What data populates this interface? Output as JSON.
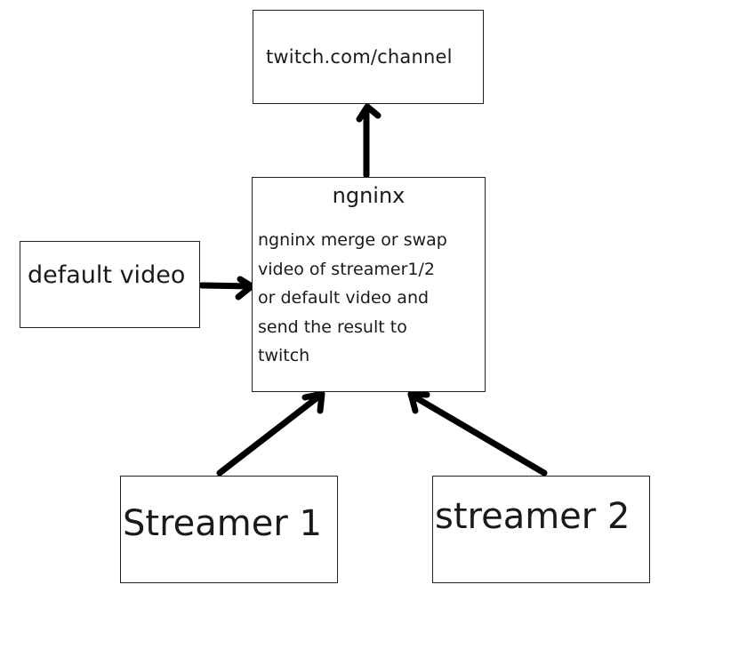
{
  "diagram": {
    "nodes": {
      "twitch": {
        "label": "twitch.com/channel"
      },
      "nginx": {
        "title": "ngninx",
        "description_lines": [
          "ngninx merge or swap",
          "video of streamer1/2",
          "or default video and",
          "send the result to",
          "twitch"
        ]
      },
      "default_video": {
        "label": "default video"
      },
      "streamer1": {
        "label": "Streamer 1"
      },
      "streamer2": {
        "label": "streamer 2"
      }
    },
    "edges": [
      {
        "from": "nginx",
        "to": "twitch"
      },
      {
        "from": "default_video",
        "to": "nginx"
      },
      {
        "from": "streamer1",
        "to": "nginx"
      },
      {
        "from": "streamer2",
        "to": "nginx"
      }
    ]
  }
}
